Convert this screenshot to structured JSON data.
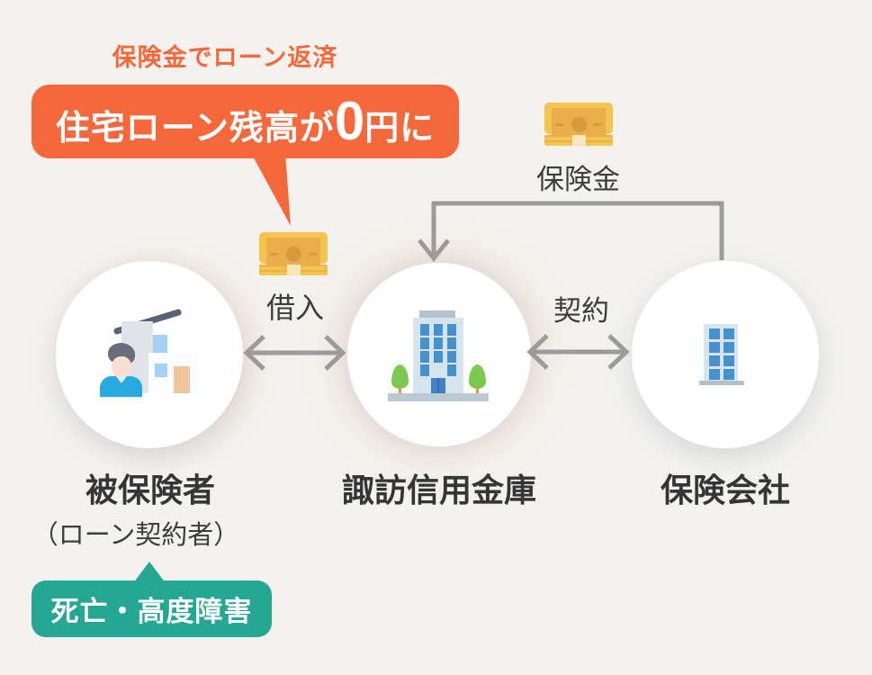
{
  "diagram": {
    "callout": {
      "heading": "保険金でローン返済",
      "bubble": {
        "pre": "住宅ローン残高が",
        "zero": "0",
        "post": "円に"
      }
    },
    "flow_labels": {
      "insurance_payout": "保険金",
      "borrowing": "借入",
      "contract": "契約"
    },
    "entities": {
      "insured": {
        "label": "被保険者",
        "sublabel": "（ローン契約者）"
      },
      "bank": {
        "label": "諏訪信用金庫"
      },
      "insurer": {
        "label": "保険会社"
      }
    },
    "badge": {
      "label": "死亡・高度障害"
    },
    "colors": {
      "background": "#f4f2ee",
      "accent_orange": "#f4683c",
      "accent_teal": "#26a794",
      "arrow_gray": "#9b9b9b",
      "text_dark": "#3d3d3d",
      "money_gold": "#f3c54f",
      "building_blue": "#d6e4f0",
      "window_blue": "#4792ce"
    }
  }
}
